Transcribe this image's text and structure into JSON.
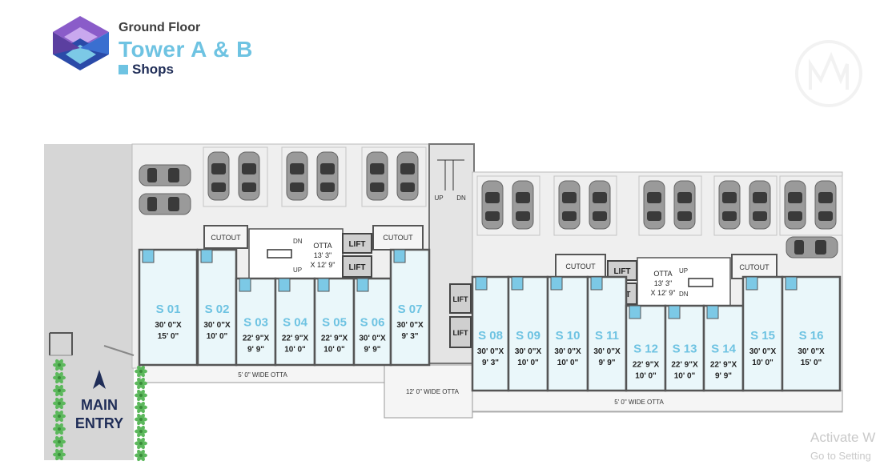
{
  "header": {
    "subtitle": "Ground Floor",
    "title": "Tower A & B",
    "kind": "Shops"
  },
  "shops": [
    {
      "id": "S 01",
      "size1": "30' 0\"X",
      "size2": "15' 0\""
    },
    {
      "id": "S 02",
      "size1": "30' 0\"X",
      "size2": "10' 0\""
    },
    {
      "id": "S 03",
      "size1": "22' 9\"X",
      "size2": "9' 9\""
    },
    {
      "id": "S 04",
      "size1": "22' 9\"X",
      "size2": "10' 0\""
    },
    {
      "id": "S 05",
      "size1": "22' 9\"X",
      "size2": "10' 0\""
    },
    {
      "id": "S 06",
      "size1": "30' 0\"X",
      "size2": "9' 9\""
    },
    {
      "id": "S 07",
      "size1": "30' 0\"X",
      "size2": "9' 3\""
    },
    {
      "id": "S 08",
      "size1": "30' 0\"X",
      "size2": "9' 3\""
    },
    {
      "id": "S 09",
      "size1": "30' 0\"X",
      "size2": "10' 0\""
    },
    {
      "id": "S 10",
      "size1": "30' 0\"X",
      "size2": "10' 0\""
    },
    {
      "id": "S 11",
      "size1": "30' 0\"X",
      "size2": "9' 9\""
    },
    {
      "id": "S 12",
      "size1": "22' 9\"X",
      "size2": "10' 0\""
    },
    {
      "id": "S 13",
      "size1": "22' 9\"X",
      "size2": "10' 0\""
    },
    {
      "id": "S 14",
      "size1": "22' 9\"X",
      "size2": "9' 9\""
    },
    {
      "id": "S 15",
      "size1": "30' 0\"X",
      "size2": "10' 0\""
    },
    {
      "id": "S 16",
      "size1": "30' 0\"X",
      "size2": "15' 0\""
    }
  ],
  "labels": {
    "cutout": "CUTOUT",
    "lift": "LIFT",
    "up": "UP",
    "dn": "DN",
    "otta": "OTTA",
    "otta_size1": "13' 3\"",
    "otta_size2": "X 12' 9\"",
    "otta_small": "5' 0\" WIDE OTTA",
    "otta_mid": "12' 0\" WIDE OTTA",
    "entry1": "MAIN",
    "entry2": "ENTRY"
  },
  "watermark": {
    "line1": "Activate W",
    "line2": "Go to Setting"
  },
  "colors": {
    "shop_fill": "#eaf7fa",
    "shop_label": "#6ec3e2",
    "wall": "#555555",
    "floor": "#efefef",
    "road": "#d6d6d6",
    "accent_blue": "#7cc9e6",
    "tree": "#5cb85c",
    "logo_purple": "#7b5fc9",
    "logo_navy": "#1f3a8a"
  }
}
